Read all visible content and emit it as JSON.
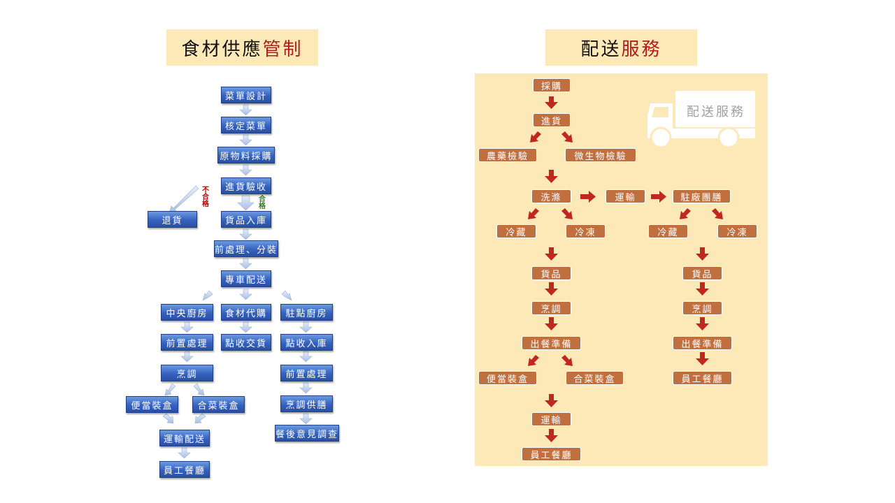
{
  "left": {
    "title_main": "食材供應",
    "title_hl": "管制",
    "nodes": {
      "menu_design": "菜單設計",
      "approve_menu": "核定菜單",
      "purchase": "原物料採購",
      "inspection": "進貨驗收",
      "return": "退貨",
      "storage": "貨品入庫",
      "preprocess": "前處理、分裝",
      "delivery": "專車配送",
      "central": "中央廚房",
      "agent": "食材代購",
      "station": "駐點廚房",
      "pre1": "前置處理",
      "handover": "點收交貨",
      "check_in": "點收入庫",
      "cook1": "烹調",
      "pre2": "前置處理",
      "lunchbox": "便當裝盒",
      "combo": "合菜裝盒",
      "cook_serve": "烹調供膳",
      "transport": "運輸配送",
      "survey": "餐後意見調查",
      "canteen": "員工餐廳"
    },
    "fail_label": "不合格",
    "pass_label": "合格"
  },
  "right": {
    "title_main": "配送",
    "title_hl": "服務",
    "truck_label": "配送服務",
    "nodes": {
      "purchase": "採購",
      "incoming": "進貨",
      "pesticide": "農藥檢驗",
      "microbe": "微生物檢驗",
      "wash": "洗滌",
      "transport_mid": "運輸",
      "station_meal": "駐廠團膳",
      "cold1": "冷藏",
      "freeze1": "冷凍",
      "cold2": "冷藏",
      "freeze2": "冷凍",
      "goods1": "貨品",
      "goods2": "貨品",
      "cook1": "烹調",
      "cook2": "烹調",
      "prep1": "出餐準備",
      "prep2": "出餐準備",
      "lunchbox": "便當裝盒",
      "combo": "合菜裝盒",
      "canteen2": "員工餐廳",
      "transport": "運輸",
      "canteen1": "員工餐廳"
    }
  },
  "colors": {
    "blue_box": "#3562be",
    "orange_box": "#c0703f",
    "panel_bg": "#fde9b8",
    "red_arrow": "#c0281e",
    "highlight_text": "#b21c1c"
  }
}
